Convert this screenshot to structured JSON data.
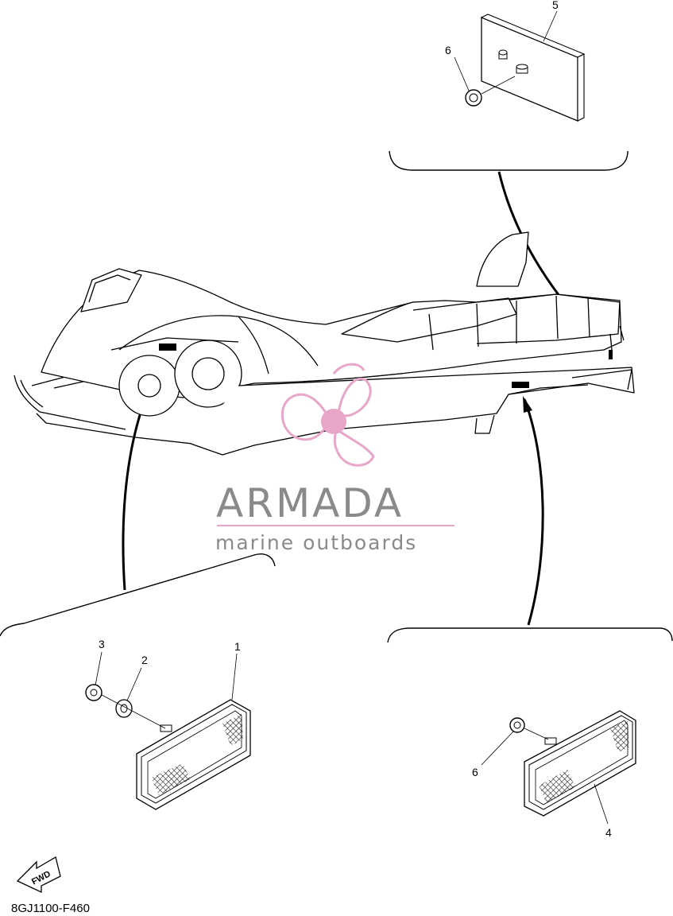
{
  "diagram": {
    "code": "8GJ1100-F460",
    "direction_label": "FWD",
    "callouts": {
      "c1": "1",
      "c2": "2",
      "c3": "3",
      "c4": "4",
      "c5": "5",
      "c6_top": "6",
      "c6_right": "6"
    }
  },
  "watermark": {
    "brand": "ARMADA",
    "tagline": "marine outboards",
    "color": "#e8a6c8",
    "text_color": "#8a8a8a"
  }
}
